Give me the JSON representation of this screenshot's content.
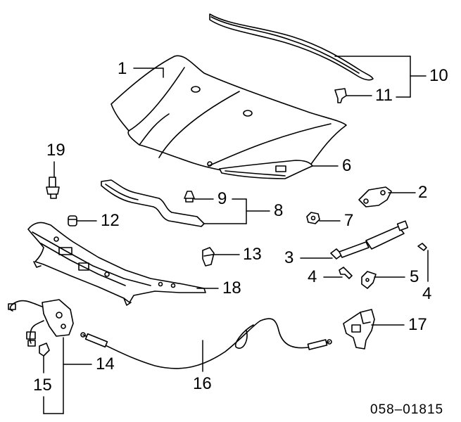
{
  "diagram_code": "058–01815",
  "callouts": [
    {
      "id": "c1",
      "number": "1"
    },
    {
      "id": "c2",
      "number": "2"
    },
    {
      "id": "c3",
      "number": "3"
    },
    {
      "id": "c4a",
      "number": "4"
    },
    {
      "id": "c4b",
      "number": "4"
    },
    {
      "id": "c5",
      "number": "5"
    },
    {
      "id": "c6",
      "number": "6"
    },
    {
      "id": "c7",
      "number": "7"
    },
    {
      "id": "c8",
      "number": "8"
    },
    {
      "id": "c9",
      "number": "9"
    },
    {
      "id": "c10",
      "number": "10"
    },
    {
      "id": "c11",
      "number": "11"
    },
    {
      "id": "c12",
      "number": "12"
    },
    {
      "id": "c13",
      "number": "13"
    },
    {
      "id": "c14",
      "number": "14"
    },
    {
      "id": "c15",
      "number": "15"
    },
    {
      "id": "c16",
      "number": "16"
    },
    {
      "id": "c17",
      "number": "17"
    },
    {
      "id": "c18",
      "number": "18"
    },
    {
      "id": "c19",
      "number": "19"
    }
  ]
}
